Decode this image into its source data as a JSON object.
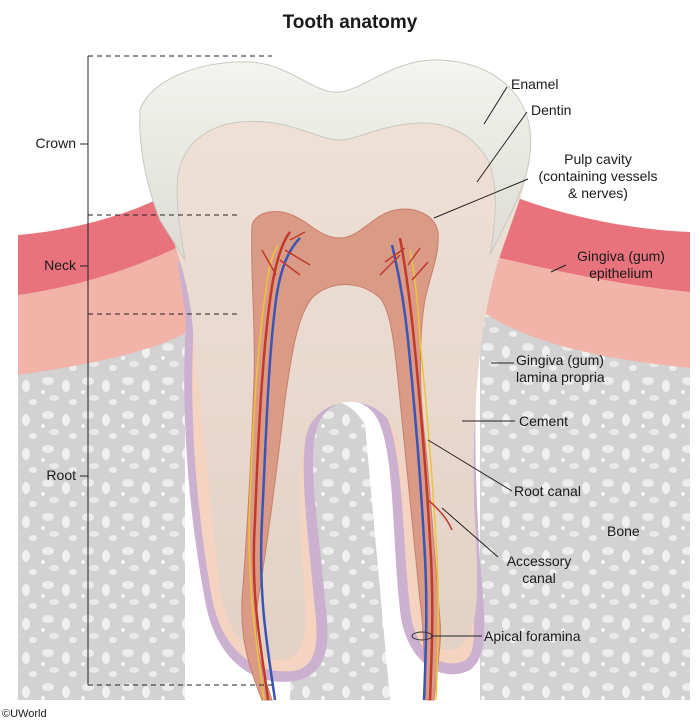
{
  "title": "Tooth anatomy",
  "copyright": "©UWorld",
  "regions": {
    "crown": "Crown",
    "neck": "Neck",
    "root": "Root"
  },
  "labels": {
    "enamel": "Enamel",
    "dentin": "Dentin",
    "pulp_cavity": [
      "Pulp cavity",
      "(containing vessels",
      "& nerves)"
    ],
    "gingiva_epithelium": [
      "Gingiva (gum)",
      "epithelium"
    ],
    "gingiva_lamina_propria": [
      "Gingiva (gum)",
      "lamina propria"
    ],
    "cement": "Cement",
    "root_canal": "Root canal",
    "bone": "Bone",
    "accessory_canal": [
      "Accessory",
      "canal"
    ],
    "apical_foramina": "Apical foramina"
  },
  "colors": {
    "enamel": "#e9e9e3",
    "dentin": "#e8d7cc",
    "pulp": "#d99a86",
    "gingiva": "#f2b3a8",
    "gingiva_epithelium": "#e8737c",
    "bone": "#d4d4d4",
    "cement": "#f5d3c1",
    "ligament": "#cbb0d0",
    "artery": "#c0392b",
    "vein": "#3a55b5",
    "nerve": "#f0c23a"
  }
}
